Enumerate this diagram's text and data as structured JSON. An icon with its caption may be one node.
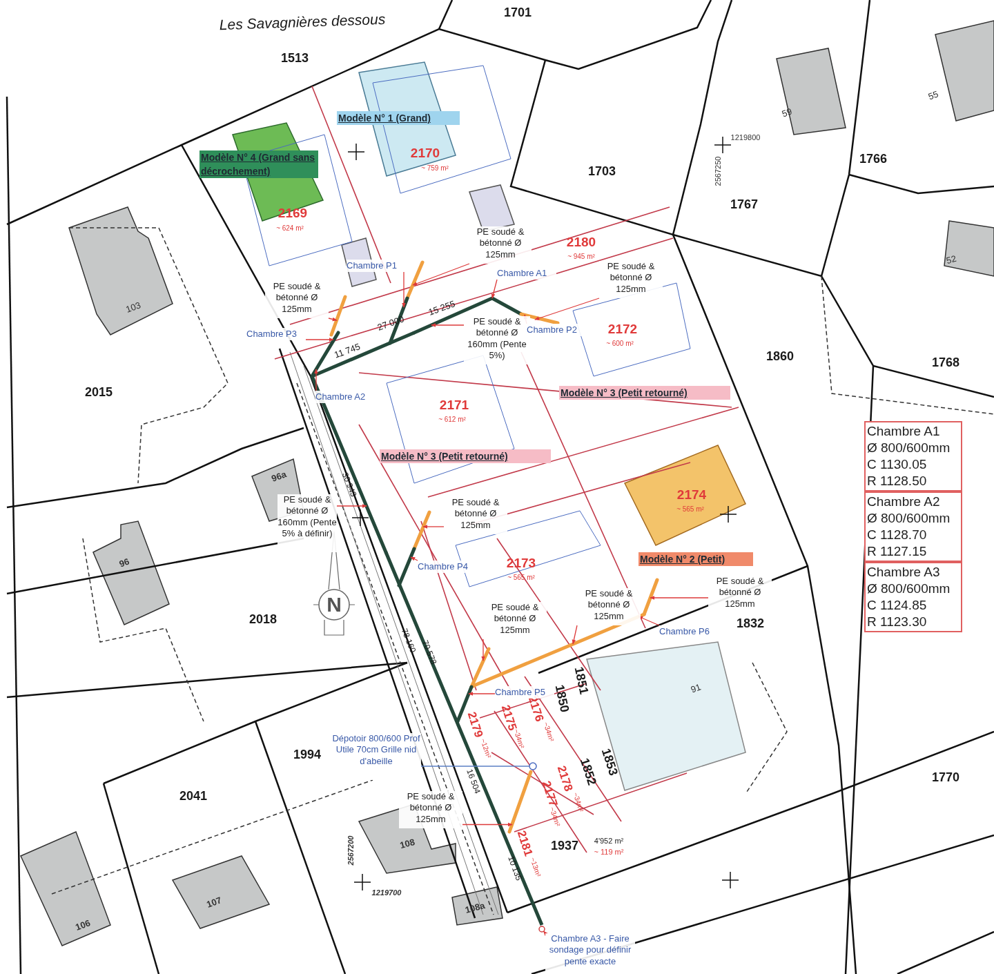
{
  "diagram": {
    "nodes": [
      {
        "text": [
          "Modèle N° 1 (Grand)"
        ]
      },
      {
        "text": [
          "Modèle N° 4 (Grand sans décrochement)"
        ]
      },
      {
        "text": [
          "PE soudé & bétonné Ø 125mm"
        ]
      },
      {
        "text": [
          "Chambre P1"
        ]
      },
      {
        "text": [
          "Chambre A1"
        ]
      },
      {
        "text": [
          "PE soudé & bétonné Ø 125mm"
        ]
      },
      {
        "text": [
          "PE soudé & bétonné Ø 125mm"
        ]
      },
      {
        "text": [
          "PE soudé & bétonné Ø 160mm (Pente 5%)"
        ]
      },
      {
        "text": [
          "Chambre P2"
        ]
      },
      {
        "text": [
          "Chambre P3"
        ]
      },
      {
        "text": [
          "Modèle N° 3 (Petit retourné)"
        ]
      },
      {
        "text": [
          "Chambre A2"
        ]
      },
      {
        "text": [
          "Modèle N° 3 (Petit retourné)"
        ]
      },
      {
        "text": [
          "Chambre A1",
          "Ø 800/600mm",
          "C 1130.05",
          "R 1128.50"
        ]
      },
      {
        "text": [
          "Chambre A2",
          "Ø 800/600mm",
          "C 1128.70",
          "R 1127.15"
        ]
      },
      {
        "text": [
          "Chambre A3",
          "Ø 800/600mm",
          "C 1124.85",
          "R 1123.30"
        ]
      },
      {
        "text": [
          "PE soudé & bétonné Ø 160mm (Pente 5% à définir)"
        ]
      },
      {
        "text": [
          "PE soudé & bétonné Ø 125mm"
        ]
      },
      {
        "text": [
          "Modèle N° 2 (Petit)"
        ]
      },
      {
        "text": [
          "Chambre P4"
        ]
      },
      {
        "text": [
          "PE soudé & bétonné Ø 125mm"
        ]
      },
      {
        "text": [
          "PE soudé & bétonné Ø 125mm"
        ]
      },
      {
        "text": [
          "PE soudé & bétonné Ø 125mm"
        ]
      },
      {
        "text": [
          "Chambre P6"
        ]
      },
      {
        "text": [
          "Chambre P5"
        ]
      },
      {
        "text": [
          "Dépotoir 800/600 Prof Utile 70cm Grille nid d'abeille"
        ]
      },
      {
        "text": [
          "PE soudé & bétonné Ø 125mm"
        ]
      },
      {
        "text": [
          "Chambre A3 - Faire sondage pour définir pente exacte"
        ]
      },
      {
        "text": [],
        "shape": "line"
      },
      {
        "text": [],
        "shape": "line"
      },
      {
        "text": [],
        "shape": "line"
      },
      {
        "text": [],
        "shape": "line"
      },
      {
        "text": [],
        "shape": "line"
      },
      {
        "text": [],
        "shape": "line"
      },
      {
        "text": [],
        "shape": "line"
      },
      {
        "text": [],
        "shape": "line"
      },
      {
        "text": [],
        "shape": "line"
      },
      {
        "text": [],
        "shape": "line"
      },
      {
        "text": [],
        "shape": "line"
      },
      {
        "text": [],
        "shape": "line"
      },
      {
        "text": [],
        "shape": "line"
      },
      {
        "text": [],
        "shape": "line"
      },
      {
        "text": [],
        "shape": "circle"
      },
      {
        "text": [],
        "shape": "circle"
      }
    ],
    "edges": [
      {
        "from": 2,
        "to": 29,
        "arrow": "to"
      },
      {
        "from": 3,
        "to": 31,
        "arrow": "to"
      },
      {
        "from": 4,
        "to": 30,
        "arrow": "to"
      },
      {
        "from": 5,
        "to": 33,
        "arrow": "to"
      },
      {
        "from": 6,
        "to": 28,
        "arrow": "to"
      },
      {
        "from": 7,
        "to": 30,
        "arrow": "to"
      },
      {
        "from": 8,
        "to": 33,
        "arrow": "to"
      },
      {
        "from": 9,
        "to": 28,
        "arrow": "to"
      },
      {
        "from": 11,
        "to": 32,
        "arrow": "to"
      },
      {
        "from": 16,
        "to": 34,
        "arrow": "to"
      },
      {
        "from": 17,
        "to": 35,
        "arrow": "to"
      },
      {
        "from": 19,
        "to": 36,
        "arrow": "to"
      },
      {
        "from": 20,
        "to": 38,
        "arrow": "to"
      },
      {
        "from": 21,
        "to": 37,
        "arrow": "to"
      },
      {
        "from": 22,
        "to": 39,
        "arrow": "to"
      },
      {
        "from": 23,
        "to": 37,
        "arrow": "to"
      },
      {
        "from": 24,
        "to": 40,
        "arrow": "to"
      },
      {
        "from": 25,
        "to": 42,
        "arrow": "none",
        "color": "#5b7fc4"
      },
      {
        "from": 26,
        "to": 41,
        "arrow": "to"
      },
      {
        "from": 27,
        "to": 43,
        "arrow": "to"
      }
    ],
    "labels": [
      "Les Savagnières dessous",
      "1701",
      "1513",
      "1703",
      "1767",
      "1766",
      "1860",
      "1768",
      "2015",
      "2018",
      "1994",
      "2041",
      "1832",
      "1770",
      "1937",
      "4'952 m²",
      "~ 119 m²",
      "1850",
      "1851",
      "1852",
      "1853",
      "2170",
      "~ 759 m²",
      "2169",
      "~ 624 m²",
      "2180",
      "~ 945 m²",
      "2172",
      "~ 600 m²",
      "2171",
      "~ 612 m²",
      "2174",
      "~ 565 m²",
      "2173",
      "~ 565 m²",
      "2179",
      "~12m²",
      "2175",
      "~34m²",
      "2176",
      "~34m²",
      "2177",
      "~34m²",
      "2178",
      "~34m²",
      "2181",
      "~13m²",
      "59",
      "55",
      "52",
      "103",
      "96a",
      "96",
      "91",
      "108",
      "107",
      "106",
      "108a",
      "1219800",
      "2567250",
      "2567200",
      "1219700",
      "27 000",
      "15 255",
      "11 745",
      "30 943",
      "78 160",
      "70 578",
      "16 504",
      "10 135",
      "N"
    ]
  }
}
